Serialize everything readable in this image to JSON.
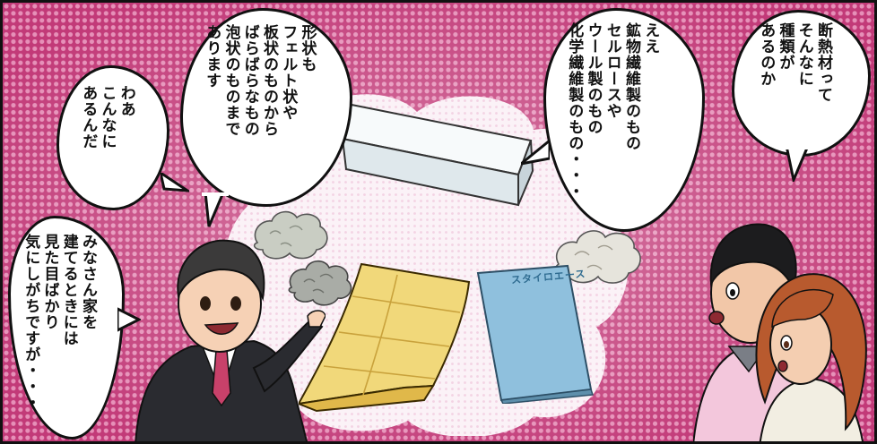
{
  "speech": {
    "b1": "断熱材って\nそんなに\n種類が\nあるのか",
    "b2": "ええ\n鉱物繊維製のもの\nセルロースや\nウール製のもの\n化学繊維製のもの・・・",
    "b3": "形状も\nフェルト状や\n板状のものから\nばらばらなもの\n泡状のものまで\nあります",
    "b4": "わあ\nこんなに\nあるんだ",
    "b5": "みなさん家を\n建てるときには\n見た目ばかり\n気にしがちですが・・・"
  },
  "package_label": "スタイロエース",
  "colors": {
    "background": "#c23a78",
    "ink": "#111111",
    "felt": "#f1d87a",
    "board": "#eef3f6",
    "package": "#8fc0dd"
  }
}
